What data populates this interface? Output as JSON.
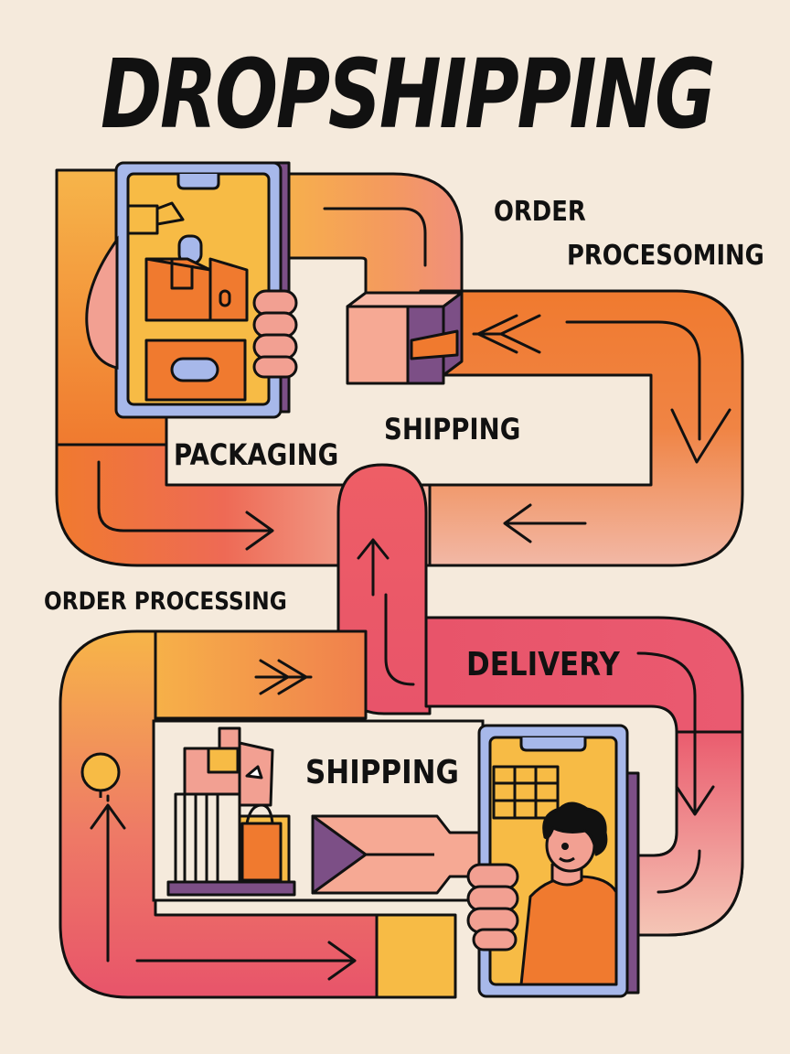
{
  "title": "DROPSHIPPING",
  "labels": {
    "order_top": "ORDER",
    "procesoming": "PROCESOMING",
    "shipping_upper": "SHIPPING",
    "packaging": "PACKAGING",
    "order_processing": "ORDER PROCESSING",
    "delivery": "DELIVERY",
    "shipping_lower": "SHIPPING"
  },
  "colors": {
    "background": "#F5EADC",
    "outline": "#111111",
    "orange": "#F07A2F",
    "yellow": "#F7BB45",
    "pink": "#F2A092",
    "red": "#E8546A",
    "purple": "#7C4F86",
    "phone_frame": "#A7B8EA"
  },
  "icons": [
    "smartphone-icon",
    "shopping-bag-icon",
    "open-box-icon",
    "hand-icon",
    "delivery-person-icon",
    "store-building-icon"
  ]
}
